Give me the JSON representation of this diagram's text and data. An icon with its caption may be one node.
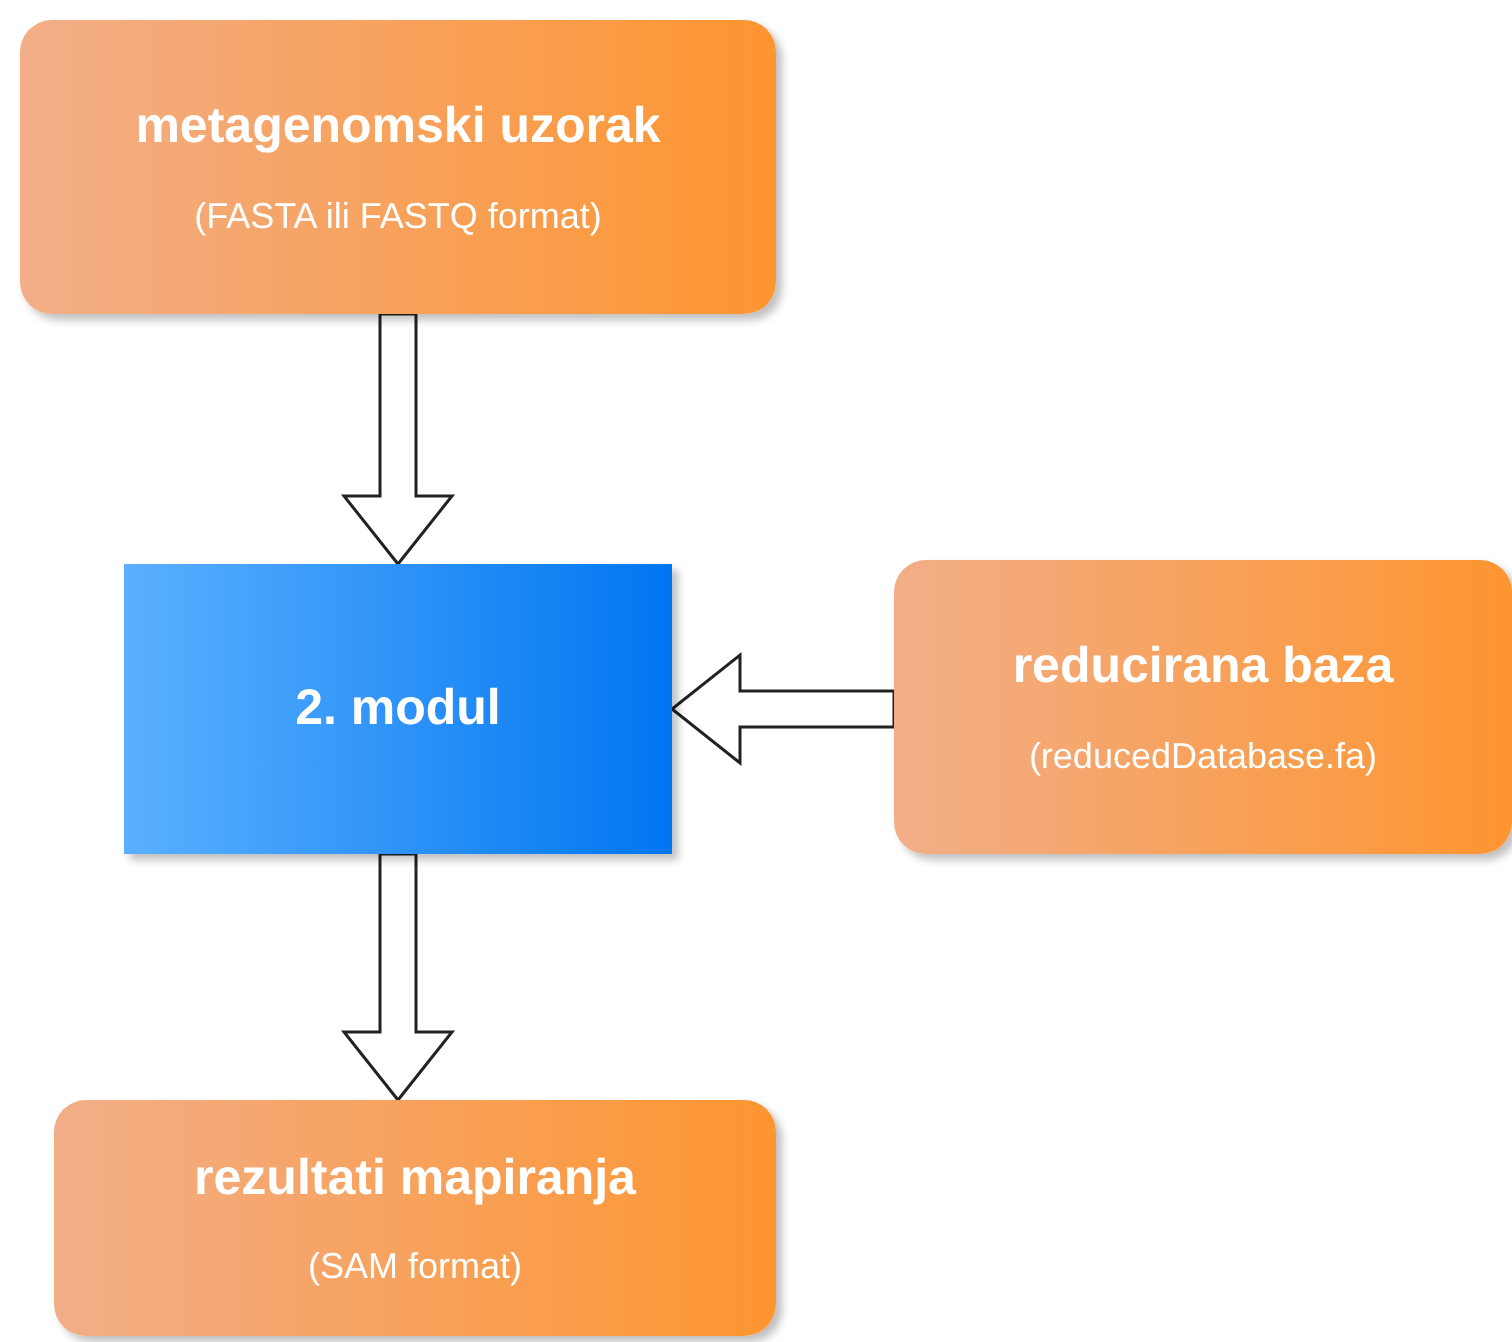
{
  "diagram": {
    "nodes": [
      {
        "text": [
          "metagenomski uzorak",
          "(FASTA ili FASTQ format)"
        ]
      },
      {
        "text": [
          "2. modul"
        ]
      },
      {
        "text": [
          "reducirana baza",
          "(reducedDatabase.fa)"
        ]
      },
      {
        "text": [
          "rezultati mapiranja",
          "(SAM format)"
        ]
      }
    ],
    "edges": [
      {
        "from": 0,
        "to": 1,
        "arrow": "to"
      },
      {
        "from": 2,
        "to": 1,
        "arrow": "to"
      },
      {
        "from": 1,
        "to": 3,
        "arrow": "to"
      }
    ]
  }
}
